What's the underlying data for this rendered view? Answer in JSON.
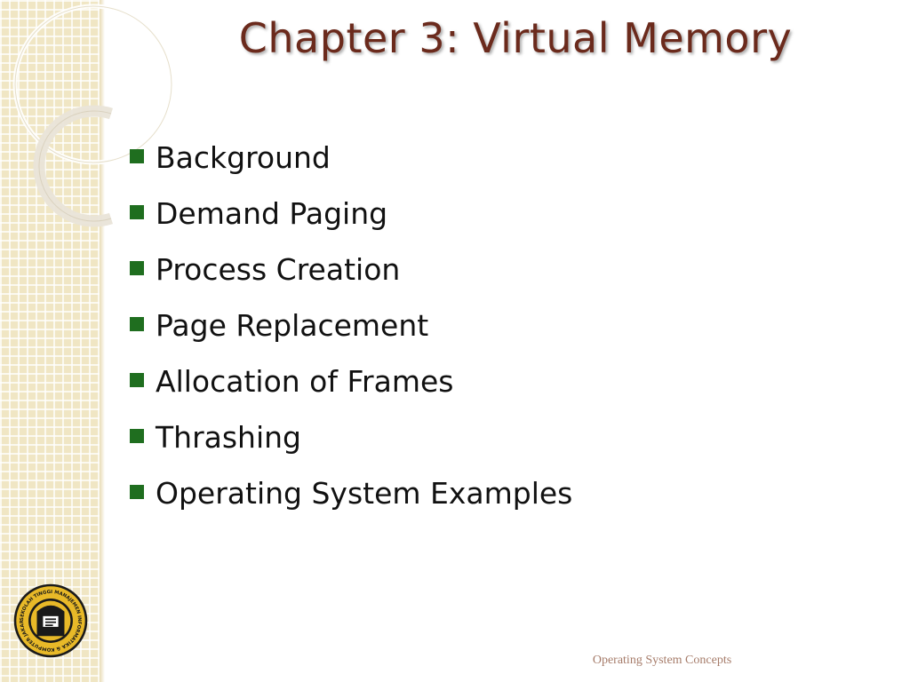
{
  "slide": {
    "title": "Chapter 3: Virtual Memory",
    "bullets": [
      "Background",
      "Demand Paging",
      "Process Creation",
      "Page Replacement",
      "Allocation of Frames",
      "Thrashing",
      "Operating System Examples"
    ],
    "footer": "Operating System Concepts",
    "logo": {
      "icon": "university-seal-icon",
      "text": "SEKOLAH TINGGI MANAJEMEN INFORMATIKA & KOMPUTER JAKARTA"
    }
  },
  "colors": {
    "title": "#6b2a1c",
    "bullet_marker": "#1f6e1f",
    "strip": "#f0e6c4",
    "footer": "#a67c6a"
  }
}
